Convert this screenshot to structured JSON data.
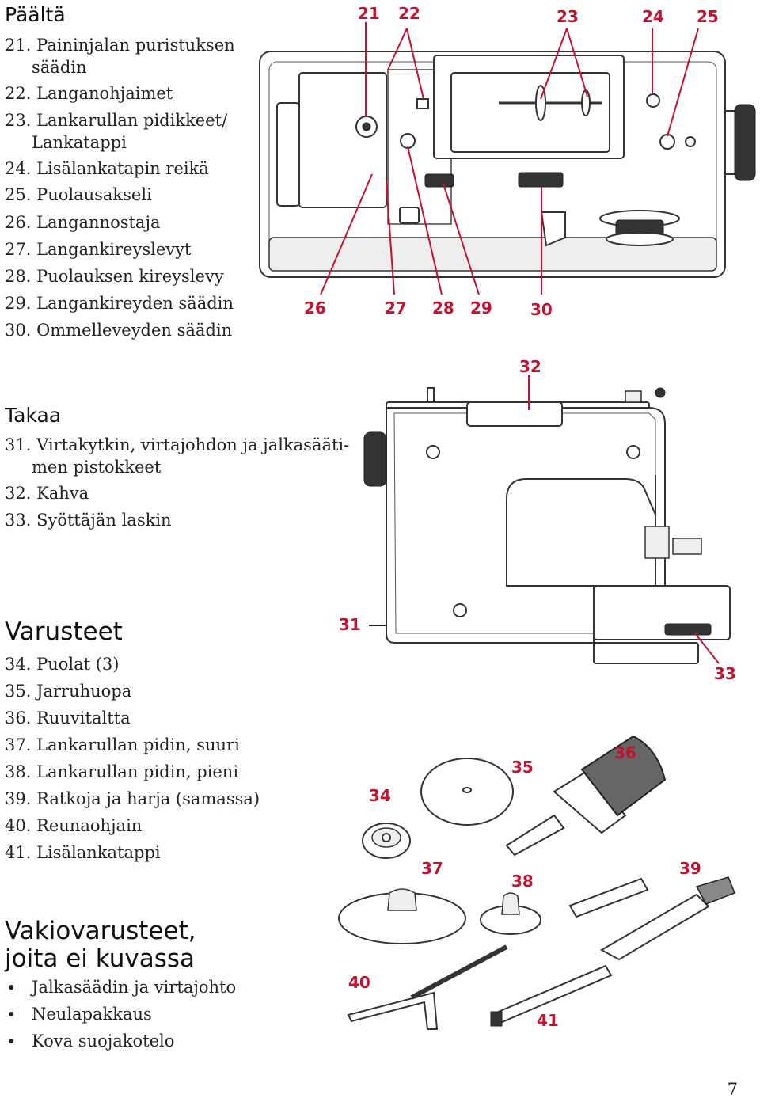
{
  "top": {
    "heading": "Päältä",
    "items": [
      "21. Paininjalan puristuksen",
      "säädin",
      "22. Langanohjaimet",
      "23. Lankarullan pidikkeet/",
      "Lankatappi",
      "24. Lisälankatapin reikä",
      "25. Puolausakseli",
      "26. Langannostaja",
      "27. Langankireyslevyt",
      "28. Puolauksen kireyslevy",
      "29. Langankireyden säädin",
      "30. Ommelleveyden säädin"
    ]
  },
  "back": {
    "heading": "Takaa",
    "items": [
      "31. Virtakytkin, virtajohdon ja jalkasääti-",
      "men pistokkeet",
      "32. Kahva",
      "33. Syöttäjän laskin"
    ]
  },
  "accessories": {
    "heading": "Varusteet",
    "items": [
      "34. Puolat (3)",
      "35. Jarruhuopa",
      "36. Ruuvitaltta",
      "37. Lankarullan pidin, suuri",
      "38. Lankarullan pidin, pieni",
      "39. Ratkoja ja harja (samassa)",
      "40. Reunaohjain",
      "41. Lisälankatappi"
    ]
  },
  "standard": {
    "heading_line1": "Vakiovarusteet,",
    "heading_line2": "joita ei kuvassa",
    "items": [
      "Jalkasäädin ja virtajohto",
      "Neulapakkaus",
      "Kova suojakotelo"
    ]
  },
  "callouts": {
    "c21": "21",
    "c22": "22",
    "c23": "23",
    "c24": "24",
    "c25": "25",
    "c26": "26",
    "c27": "27",
    "c28": "28",
    "c29": "29",
    "c30": "30",
    "c31": "31",
    "c32": "32",
    "c33": "33",
    "c34": "34",
    "c35": "35",
    "c36": "36",
    "c37": "37",
    "c38": "38",
    "c39": "39",
    "c40": "40",
    "c41": "41"
  },
  "page_number": "7",
  "colors": {
    "callout": "#c8102e",
    "text": "#222222"
  }
}
